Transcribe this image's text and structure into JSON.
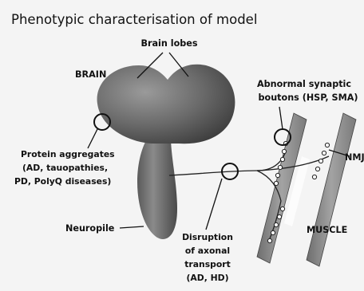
{
  "title": "Phenotypic characterisation of model",
  "labels": {
    "brain_lobes": "Brain lobes",
    "brain": "BRAIN",
    "synaptic": [
      "Abnormal synaptic",
      "boutons (HSP, SMA)"
    ],
    "nmj": "NMJ",
    "aggregates": [
      "Protein aggregates",
      "(AD, tauopathies,",
      "PD, PolyQ diseases)"
    ],
    "neuropile": "Neuropile",
    "axonal": [
      "Disruption",
      "of axonal",
      "transport",
      "(AD, HD)"
    ],
    "muscle": "MUSCLE"
  },
  "colors": {
    "background": "#f4f4f4",
    "brain_fill": "#5f5f5f",
    "muscle_fill": "#8c8c8c",
    "line": "#222222"
  }
}
